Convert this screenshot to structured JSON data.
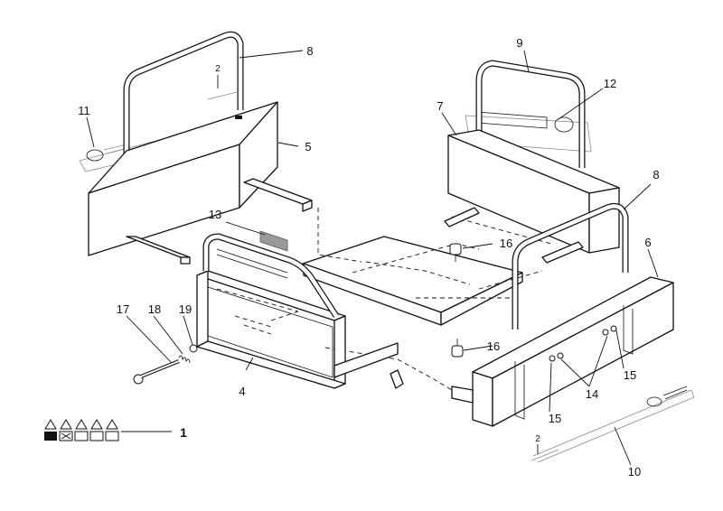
{
  "labels": {
    "l1": "1",
    "l2a": "2",
    "l2b": "2",
    "l4": "4",
    "l5": "5",
    "l6": "6",
    "l7": "7",
    "l8a": "8",
    "l8b": "8",
    "l9": "9",
    "l10": "10",
    "l11": "11",
    "l12": "12",
    "l13": "13",
    "l14": "14",
    "l15a": "15",
    "l15b": "15",
    "l16a": "16",
    "l16b": "16",
    "l17": "17",
    "l18": "18",
    "l19": "19"
  }
}
